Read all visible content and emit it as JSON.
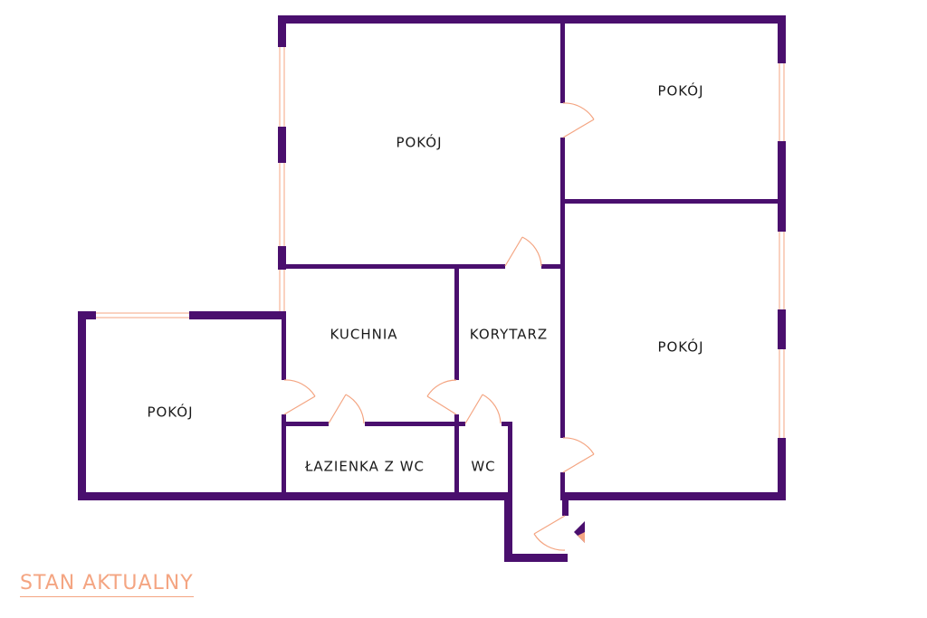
{
  "rooms": {
    "room_top_center": "POKÓJ",
    "room_top_right": "POKÓJ",
    "room_right": "POKÓJ",
    "room_left": "POKÓJ",
    "kitchen": "KUCHNIA",
    "corridor": "KORYTARZ",
    "bathroom": "ŁAZIENKA Z WC",
    "wc": "WC"
  },
  "caption": "STAN AKTUALNY",
  "colors": {
    "wall": "#4a0f6e",
    "accent": "#f4a582"
  }
}
